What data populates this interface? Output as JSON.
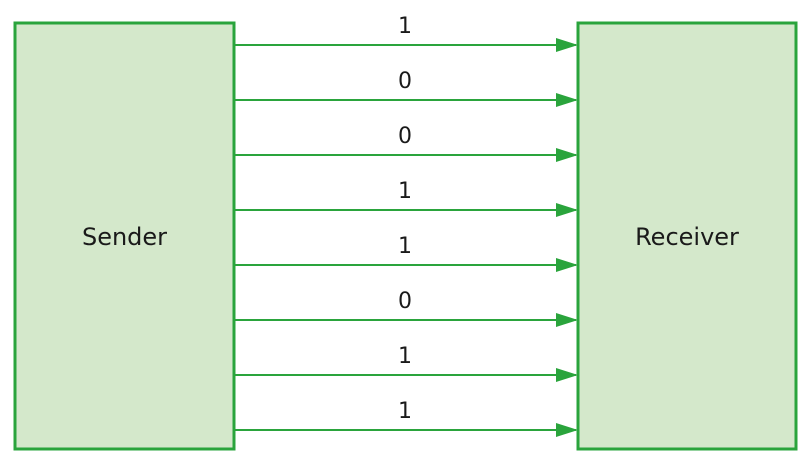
{
  "sender": {
    "label": "Sender"
  },
  "receiver": {
    "label": "Receiver"
  },
  "bits": [
    "1",
    "0",
    "0",
    "1",
    "1",
    "0",
    "1",
    "1"
  ],
  "colors": {
    "box_fill": "#d4e8cb",
    "box_stroke": "#2aa43c",
    "line": "#2aa43c",
    "text": "#1a1a1a"
  }
}
